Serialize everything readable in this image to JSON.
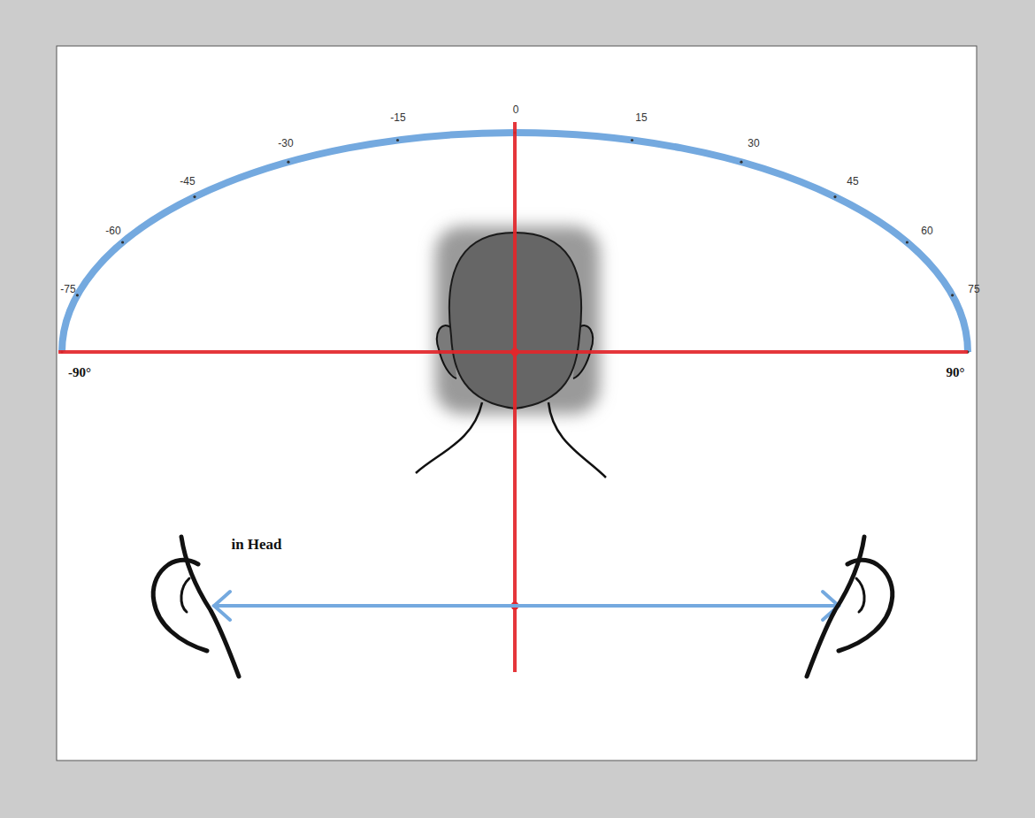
{
  "diagram": {
    "labels": [
      "0",
      "-15",
      "15",
      "-30",
      "30",
      "-45",
      "45",
      "-60",
      "60",
      "-75",
      "75",
      "-90°",
      "90°",
      "in Head"
    ]
  }
}
